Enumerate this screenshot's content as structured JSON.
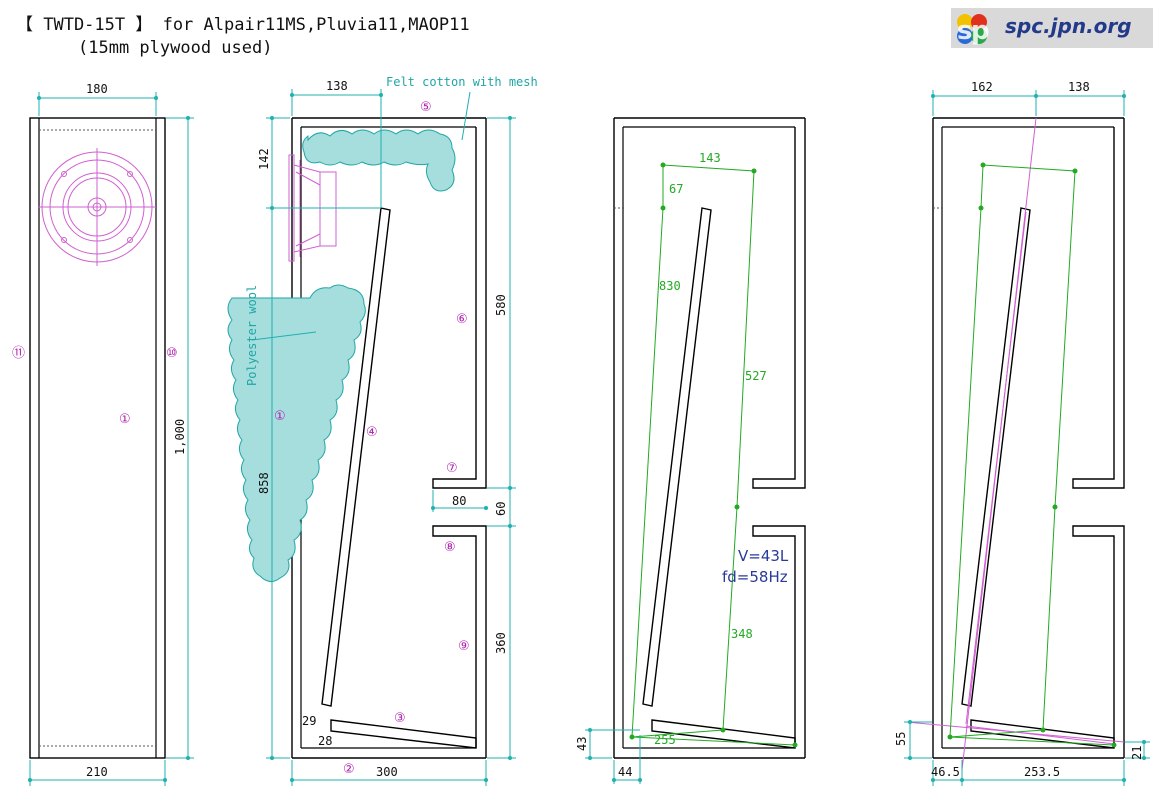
{
  "title": {
    "line1": "【 TWTD-15T 】 for Alpair11MS,Pluvia11,MAOP11",
    "line2": "(15mm plywood used)"
  },
  "logo": {
    "text": "spc.jpn.org"
  },
  "view1": {
    "dim_top": "180",
    "dim_bottom": "210",
    "dim_height": "1,000",
    "label_left": "⑪",
    "label_right": "⑩",
    "label_center": "①"
  },
  "view2": {
    "dim_top": "138",
    "felt_label": "Felt cotton with mesh",
    "felt_num": "⑤",
    "dim_142": "142",
    "dim_858": "858",
    "dim_580": "580",
    "dim_60": "60",
    "dim_360": "360",
    "dim_80": "80",
    "dim_300": "300",
    "wool_label": "Polyester wool",
    "n1": "①",
    "n2": "②",
    "n3": "③",
    "n4": "④",
    "n6": "⑥",
    "n7": "⑦",
    "n8": "⑧",
    "n9": "⑨",
    "v29": "29",
    "v28": "28"
  },
  "view3": {
    "g143": "143",
    "g67": "67",
    "g830": "830",
    "g527": "527",
    "g348": "348",
    "g255": "255",
    "dim_43": "43",
    "dim_44": "44",
    "volume": "V=43L",
    "freq": "fd=58Hz"
  },
  "view4": {
    "dim_162": "162",
    "dim_138": "138",
    "dim_55": "55",
    "dim_465": "46.5",
    "dim_2535": "253.5",
    "dim_21": "21"
  }
}
